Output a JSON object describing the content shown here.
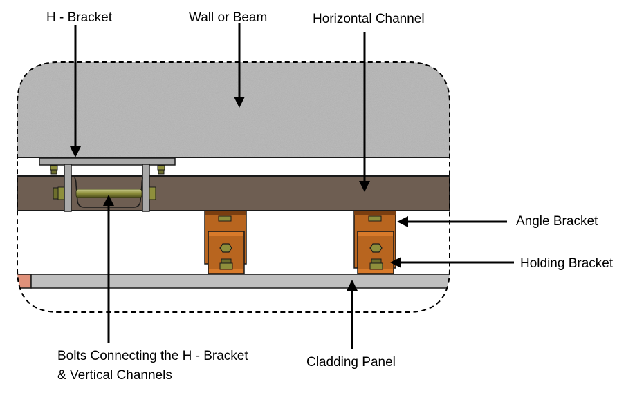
{
  "title": "Cladding panel fixing system – section view",
  "labels": {
    "h_bracket": "H - Bracket",
    "wall_or_beam": "Wall or Beam",
    "horizontal_channel": "Horizontal Channel",
    "angle_bracket": "Angle Bracket",
    "holding_bracket": "Holding Bracket",
    "bolts_line1": "Bolts Connecting the H - Bracket",
    "bolts_line2": "& Vertical Channels",
    "cladding_panel": "Cladding Panel"
  },
  "colors": {
    "wall": "#bdbdbd",
    "channel": "#6e5e52",
    "h_bracket": "#a9a9a9",
    "bolt": "#8e8f3c",
    "bracket": "#b8651f",
    "bracket_light": "#d87a2a",
    "cladding": "#bfbfbf",
    "cladding_end": "#e0917a",
    "outline": "#1a1a1a"
  }
}
